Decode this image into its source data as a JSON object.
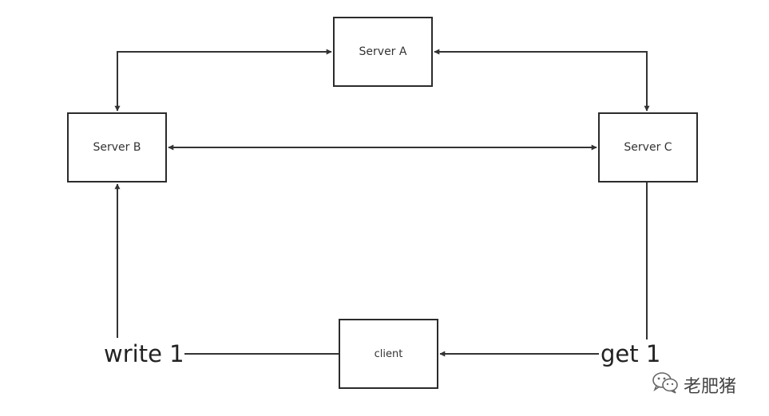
{
  "nodes": {
    "server_a": "Server A",
    "server_b": "Server B",
    "server_c": "Server C",
    "client": "client"
  },
  "labels": {
    "write": "write 1",
    "get": "get 1"
  },
  "watermark": {
    "text": "老肥猪",
    "icon": "wechat-icon"
  },
  "colors": {
    "line": "#333333",
    "box_border": "#2b2b2b"
  }
}
